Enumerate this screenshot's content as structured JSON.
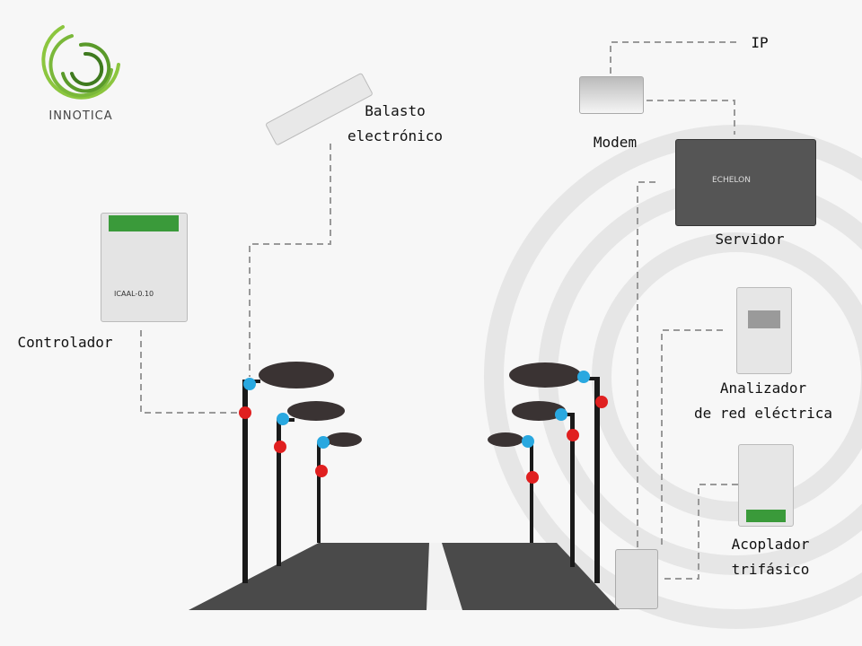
{
  "logo": {
    "text": "INNOTICA",
    "color": "#6db33f"
  },
  "labels": {
    "ip": "IP",
    "modem": "Modem",
    "balasto_1": "Balasto",
    "balasto_2": "electrónico",
    "servidor": "Servidor",
    "controlador": "Controlador",
    "analizador_1": "Analizador",
    "analizador_2": "de red eléctrica",
    "acoplador_1": "Acoplador",
    "acoplador_2": "trifásico"
  },
  "devices": {
    "servidor_brand": "ECHELON",
    "controlador_model": "ICAAL-0.10"
  },
  "colors": {
    "blue_node": "#29a8e0",
    "red_node": "#e02020",
    "line": "#999999"
  }
}
